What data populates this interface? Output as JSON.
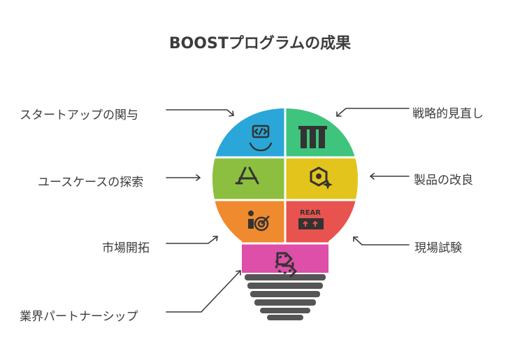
{
  "title": "BOOSTプログラムの成果",
  "items": {
    "startup": {
      "label": "スタートアップの関与",
      "color": "#2aa7d8",
      "icon": "code-hands-icon"
    },
    "strategy": {
      "label": "戦略的見直し",
      "color": "#3fc47e",
      "icon": "pillars-icon"
    },
    "usecase": {
      "label": "ユースケースの探索",
      "color": "#8cbf3f",
      "icon": "app-store-icon"
    },
    "product": {
      "label": "製品の改良",
      "color": "#e3c41c",
      "icon": "hexagon-sparkle-icon"
    },
    "market": {
      "label": "市場開拓",
      "color": "#ef8a2e",
      "icon": "target-person-icon"
    },
    "field": {
      "label": "現場試験",
      "color": "#e9534f",
      "icon": "rear-arrows-icon",
      "icon_text": "REAR"
    },
    "partner": {
      "label": "業界パートナーシップ",
      "color": "#dd4fa8",
      "icon": "handshake-icon"
    }
  }
}
